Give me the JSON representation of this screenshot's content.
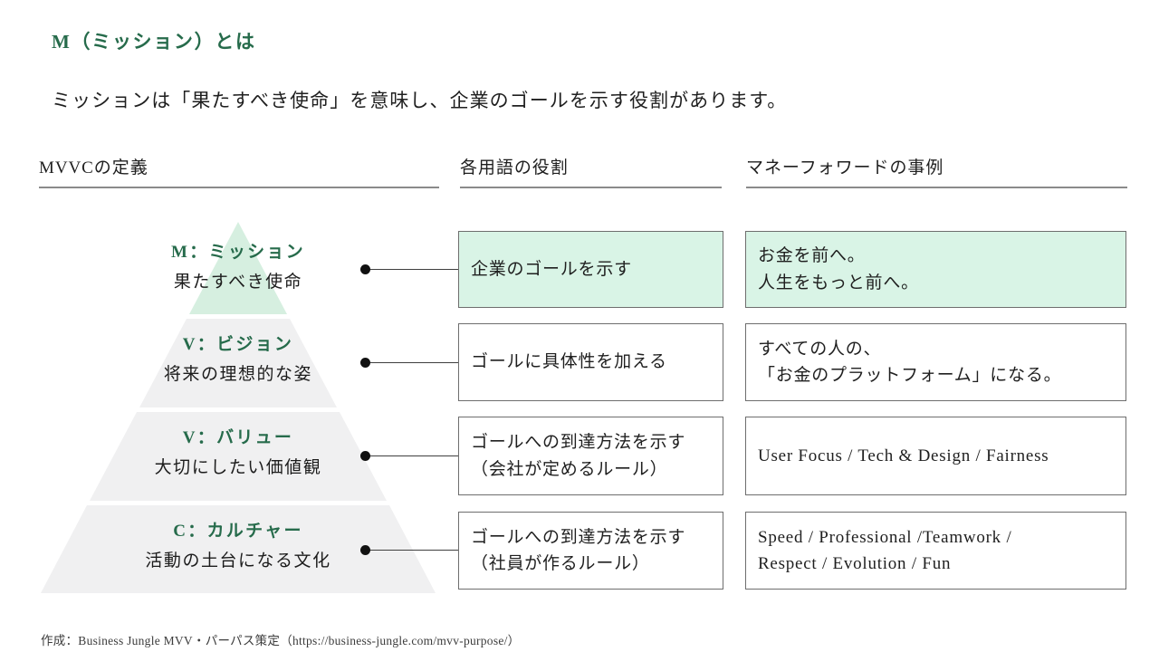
{
  "page": {
    "title": "M（ミッション）とは",
    "subtitle": "ミッションは「果たすべき使命」を意味し、企業のゴールを示す役割があります。",
    "footer": "作成：Business Jungle MVV・パーパス策定（https://business-jungle.com/mvv-purpose/）"
  },
  "columns": {
    "definition": "MVVCの定義",
    "role": "各用語の役割",
    "example": "マネーフォワードの事例"
  },
  "pyramid": {
    "levels": [
      {
        "label": "M：ミッション",
        "desc": "果たすべき使命",
        "highlight": true
      },
      {
        "label": "V：ビジョン",
        "desc": "将来の理想的な姿",
        "highlight": false
      },
      {
        "label": "V：バリュー",
        "desc": "大切にしたい価値観",
        "highlight": false
      },
      {
        "label": "C：カルチャー",
        "desc": "活動の土台になる文化",
        "highlight": false
      }
    ]
  },
  "roles": [
    {
      "text": "企業のゴールを示す",
      "highlight": true
    },
    {
      "text": "ゴールに具体性を加える",
      "highlight": false
    },
    {
      "text": "ゴールへの到達方法を示す\n（会社が定めるルール）",
      "highlight": false
    },
    {
      "text": "ゴールへの到達方法を示す\n（社員が作るルール）",
      "highlight": false
    }
  ],
  "examples": [
    {
      "text": "お金を前へ。\n人生をもっと前へ。",
      "highlight": true
    },
    {
      "text": "すべての人の、\n「お金のプラットフォーム」になる。",
      "highlight": false
    },
    {
      "text": "User Focus / Tech & Design / Fairness",
      "highlight": false
    },
    {
      "text": "Speed / Professional /Teamwork /\nRespect / Evolution / Fun",
      "highlight": false
    }
  ],
  "colors": {
    "accent_green": "#266b4b",
    "highlight_fill": "#d9f4e6",
    "pyramid_green": "#d6efe0",
    "pyramid_gray": "#f0f0f1",
    "border_gray": "#6e6e6e",
    "rule_gray": "#8a8a8a",
    "text_dark": "#1f1f1f"
  }
}
